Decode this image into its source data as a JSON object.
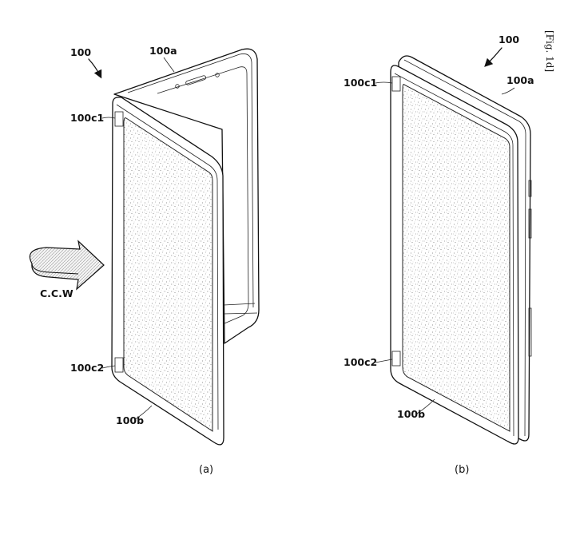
{
  "figure": {
    "header": "[Fig. 1d]",
    "panels": [
      {
        "id": "a",
        "caption": "(a)",
        "labels": {
          "device": "100",
          "first_body": "100a",
          "corner_top": "100c1",
          "corner_bottom": "100c2",
          "second_body": "100b"
        },
        "rotation_label": "C.C.W",
        "icons": [
          "rotation-arrow-icon"
        ]
      },
      {
        "id": "b",
        "caption": "(b)",
        "labels": {
          "device": "100",
          "first_body": "100a",
          "corner_top": "100c1",
          "corner_bottom": "100c2",
          "second_body": "100b"
        }
      }
    ]
  }
}
